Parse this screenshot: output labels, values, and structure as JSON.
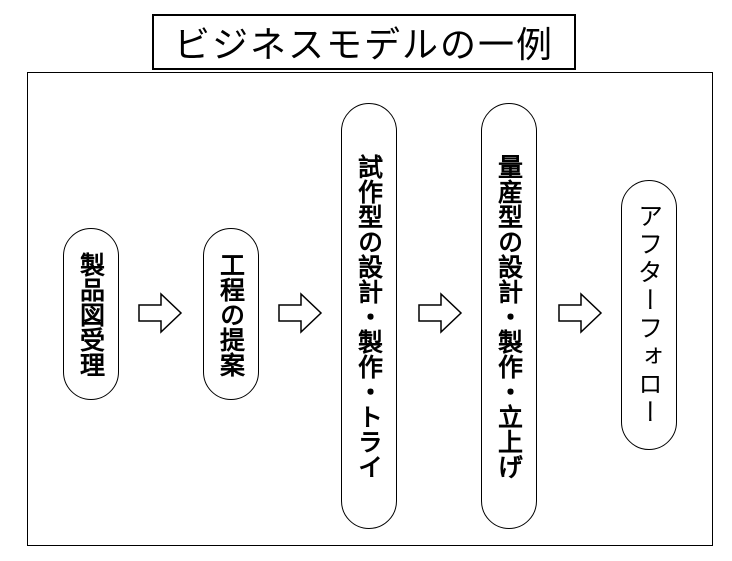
{
  "title": "ビジネスモデルの一例",
  "steps": [
    {
      "label": "製品図受理"
    },
    {
      "label": "工程の提案"
    },
    {
      "label": "試作型の設計・製作・トライ"
    },
    {
      "label": "量産型の設計・製作・立上げ"
    },
    {
      "label": "アフターフォロー"
    }
  ],
  "colors": {
    "stroke": "#000000",
    "fill": "#ffffff"
  },
  "connector_icon": "hollow-right-arrow-icon"
}
